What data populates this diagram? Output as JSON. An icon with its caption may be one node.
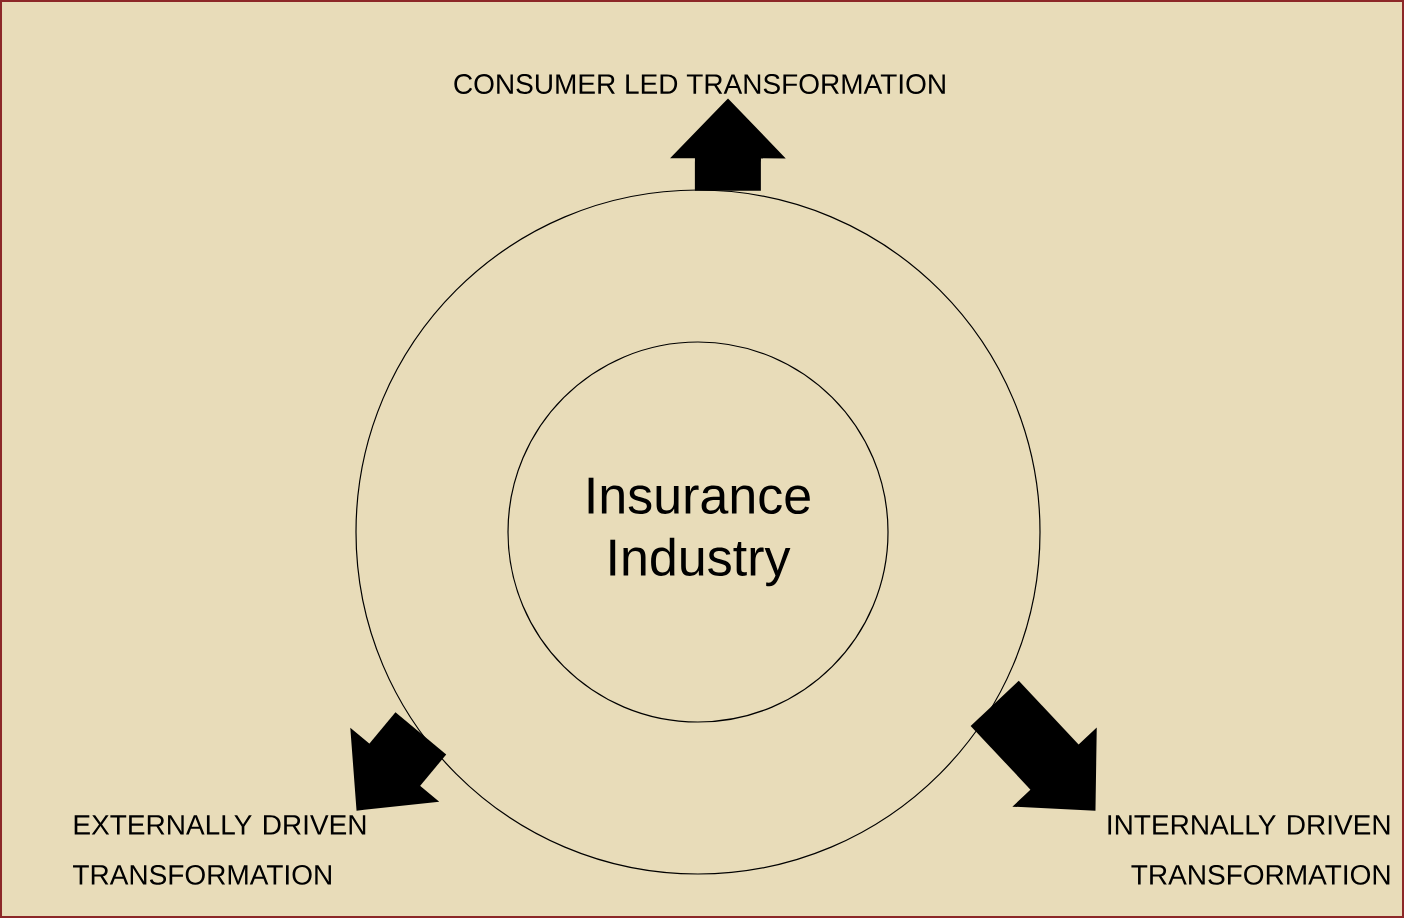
{
  "diagram": {
    "nodes": [
      {
        "text": [],
        "shape": "circle"
      },
      {
        "text": [
          "Insurance Industry"
        ],
        "in": 0
      },
      {
        "text": [
          "CONSUMER LED TRANSFORMATION"
        ]
      },
      {
        "text": [
          "EXTERNALLY DRIVEN TRANSFORMATION"
        ]
      },
      {
        "text": [
          "INTERNALLY DRIVEN TRANSFORMATION"
        ]
      }
    ],
    "edges": [
      {
        "from": 0,
        "to": 2,
        "arrow": "to"
      },
      {
        "from": 0,
        "to": 3,
        "arrow": "to"
      },
      {
        "from": 0,
        "to": 4,
        "arrow": "to"
      }
    ]
  }
}
